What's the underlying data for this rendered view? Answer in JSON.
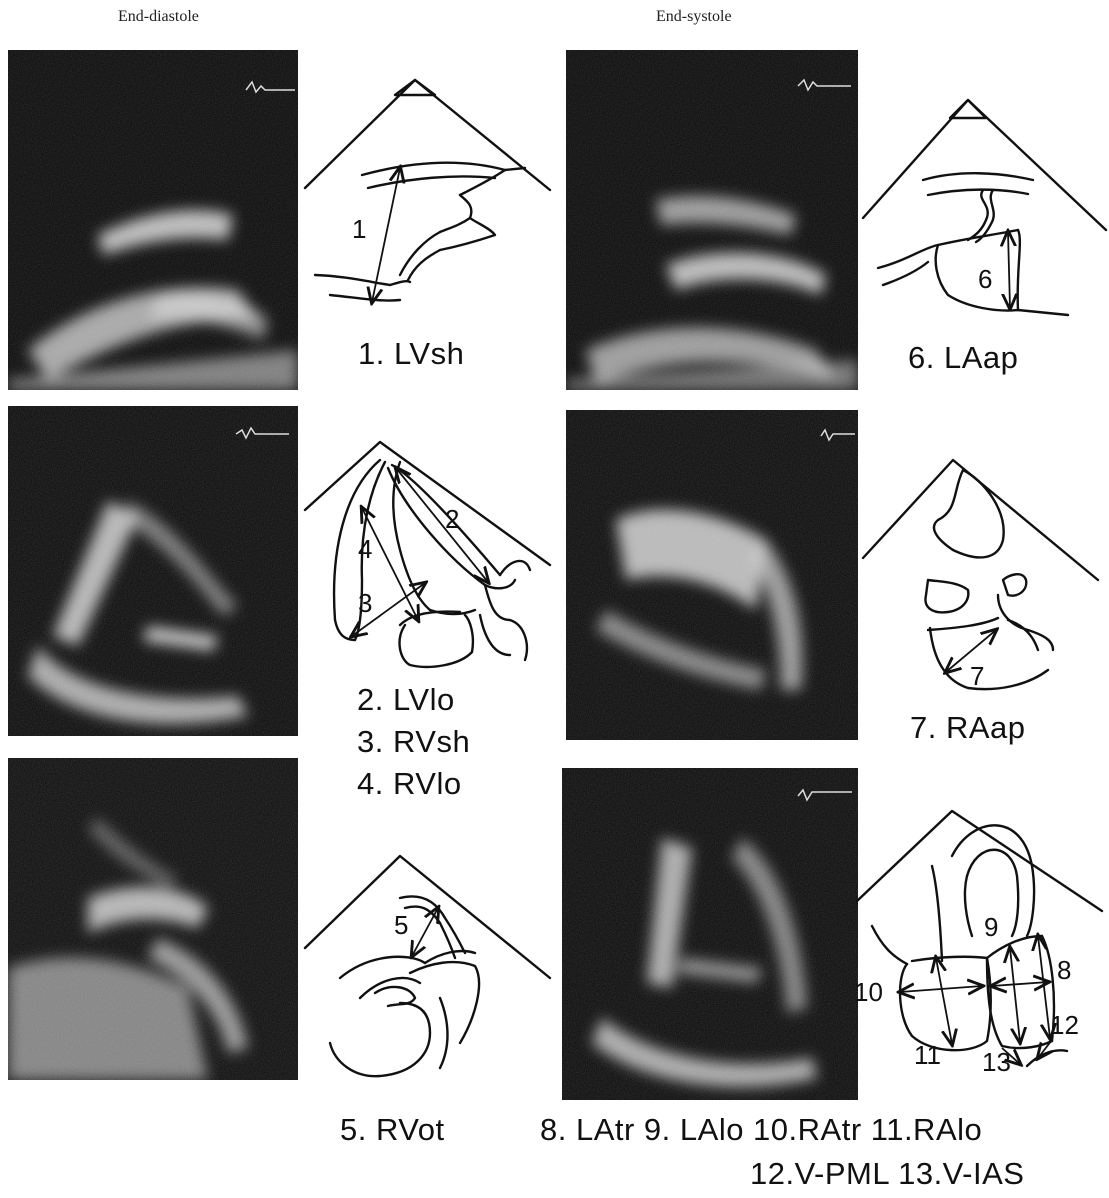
{
  "headers": {
    "left": "End-diastole",
    "right": "End-systole"
  },
  "captions": {
    "lvsh": "1. LVsh",
    "laap": "6. LAap",
    "lvlo": "2. LVlo",
    "rvsh": "3. RVsh",
    "rvlo": "4. RVlo",
    "raap": "7. RAap",
    "rvot": "5. RVot",
    "line1": "8. LAtr 9. LAlo 10.RAtr 11.RAlo",
    "line2": "12.V-PML 13.V-IAS"
  },
  "diagram_labels": {
    "d1": "1",
    "d2": "2",
    "d3": "3",
    "d4": "4",
    "d5": "5",
    "d6": "6",
    "d7": "7",
    "d8": "8",
    "d9": "9",
    "d10": "10",
    "d11": "11",
    "d12": "12",
    "d13": "13"
  },
  "colors": {
    "image_bg": "#050505",
    "ink": "#111111"
  }
}
